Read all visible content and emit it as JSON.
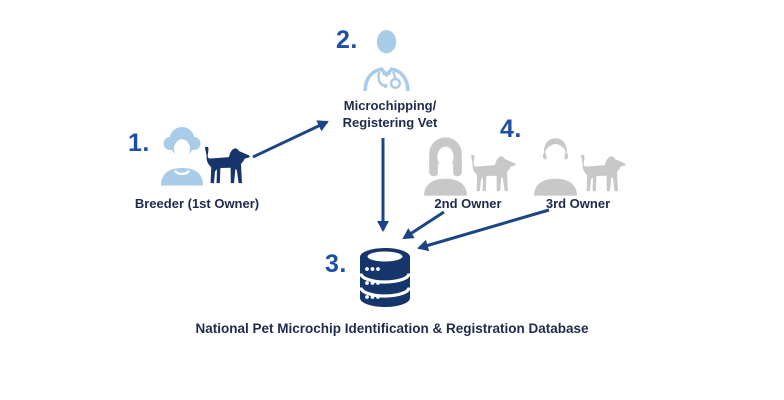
{
  "diagram": {
    "nodes": {
      "breeder": {
        "number": "1.",
        "label": "Breeder (1st Owner)",
        "icons": [
          "woman-curly-hair-icon",
          "dog-icon"
        ]
      },
      "vet": {
        "number": "2.",
        "label_line1": "Microchipping/",
        "label_line2": "Registering Vet",
        "icons": [
          "vet-icon"
        ]
      },
      "database": {
        "number": "3.",
        "label": "National Pet Microchip Identification & Registration Database",
        "icons": [
          "database-icon"
        ]
      },
      "owners": {
        "number": "4.",
        "second_owner": {
          "label": "2nd Owner",
          "icons": [
            "woman-icon",
            "dog-icon"
          ]
        },
        "third_owner": {
          "label": "3rd Owner",
          "icons": [
            "man-icon",
            "dog-icon"
          ]
        }
      }
    },
    "arrows": [
      {
        "from": "breeder",
        "to": "vet"
      },
      {
        "from": "vet",
        "to": "database"
      },
      {
        "from": "second-owner",
        "to": "database"
      },
      {
        "from": "third-owner",
        "to": "database"
      }
    ],
    "colors": {
      "step_number_blue": "#1e4fa2",
      "label_navy": "#1e2b4d",
      "icon_navy": "#16356b",
      "arrow_navy": "#1c4586",
      "icon_light_blue": "#a9cce8",
      "icon_gray": "#c8c8c8",
      "background": "#ffffff"
    }
  }
}
